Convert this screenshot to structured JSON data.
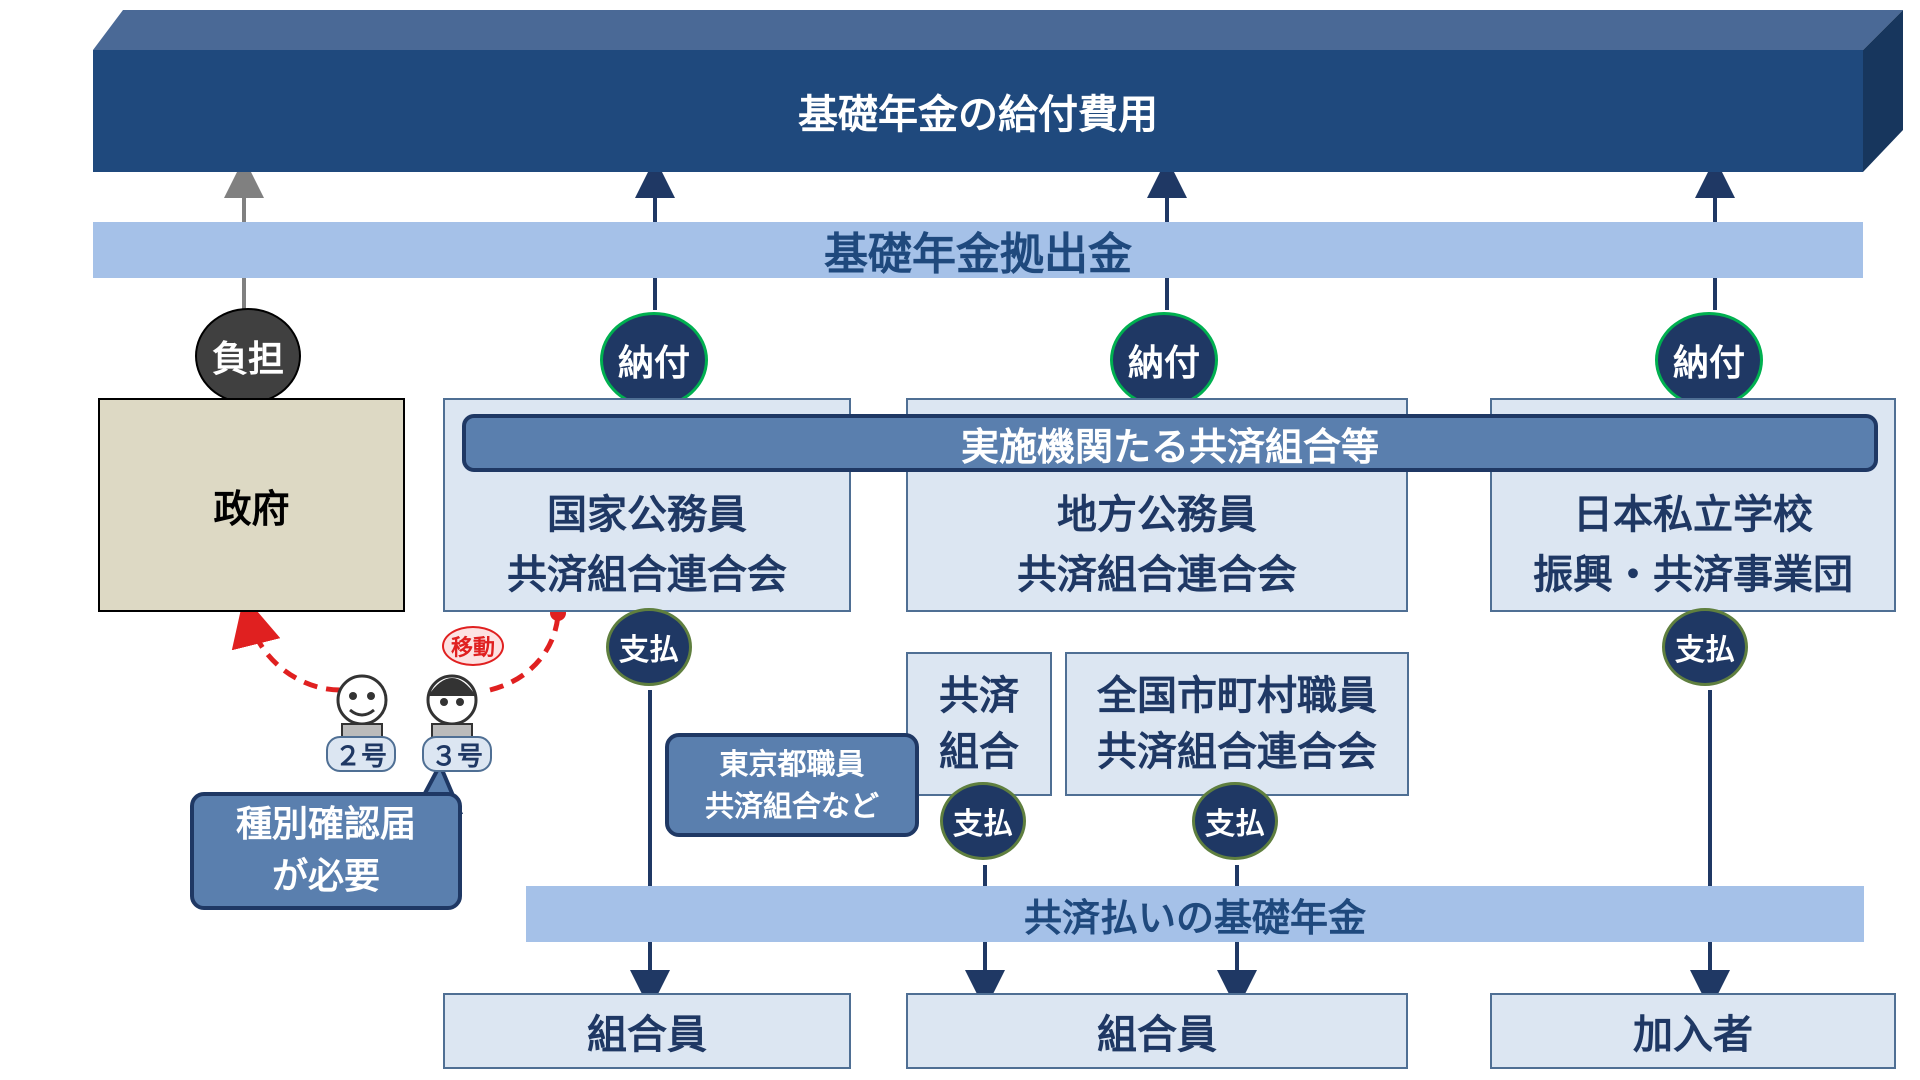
{
  "header": {
    "title": "基礎年金の給付費用"
  },
  "band_contribution": "基礎年金拠出金",
  "band_benefit": "共済払いの基礎年金",
  "nodes": {
    "burden": "負担",
    "pay_in": "納付",
    "pay_out": "支払",
    "government": "政府",
    "implementing_bodies": "実施機関たる共済組合等",
    "national_federation": [
      "国家公務員",
      "共済組合連合会"
    ],
    "local_federation": [
      "地方公務員",
      "共済組合連合会"
    ],
    "private_school": [
      "日本私立学校",
      "振興・共済事業団"
    ],
    "mutual_aid": [
      "共済",
      "組合"
    ],
    "municipal_federation": [
      "全国市町村職員",
      "共済組合連合会"
    ],
    "tokyo_note": [
      "東京都職員",
      "共済組合など"
    ],
    "member": "組合員",
    "subscriber": "加入者"
  },
  "annotations": {
    "move": "移動",
    "type2": "２号",
    "type3": "３号",
    "notice": [
      "種別確認届",
      "が必要"
    ]
  },
  "colors": {
    "navy": "#1f497d",
    "light_band": "#a5c1e8",
    "box_fill": "#dce6f2",
    "gov_fill": "#ddd9c4",
    "arrow_red": "#e02020",
    "ring_green": "#00b050"
  }
}
